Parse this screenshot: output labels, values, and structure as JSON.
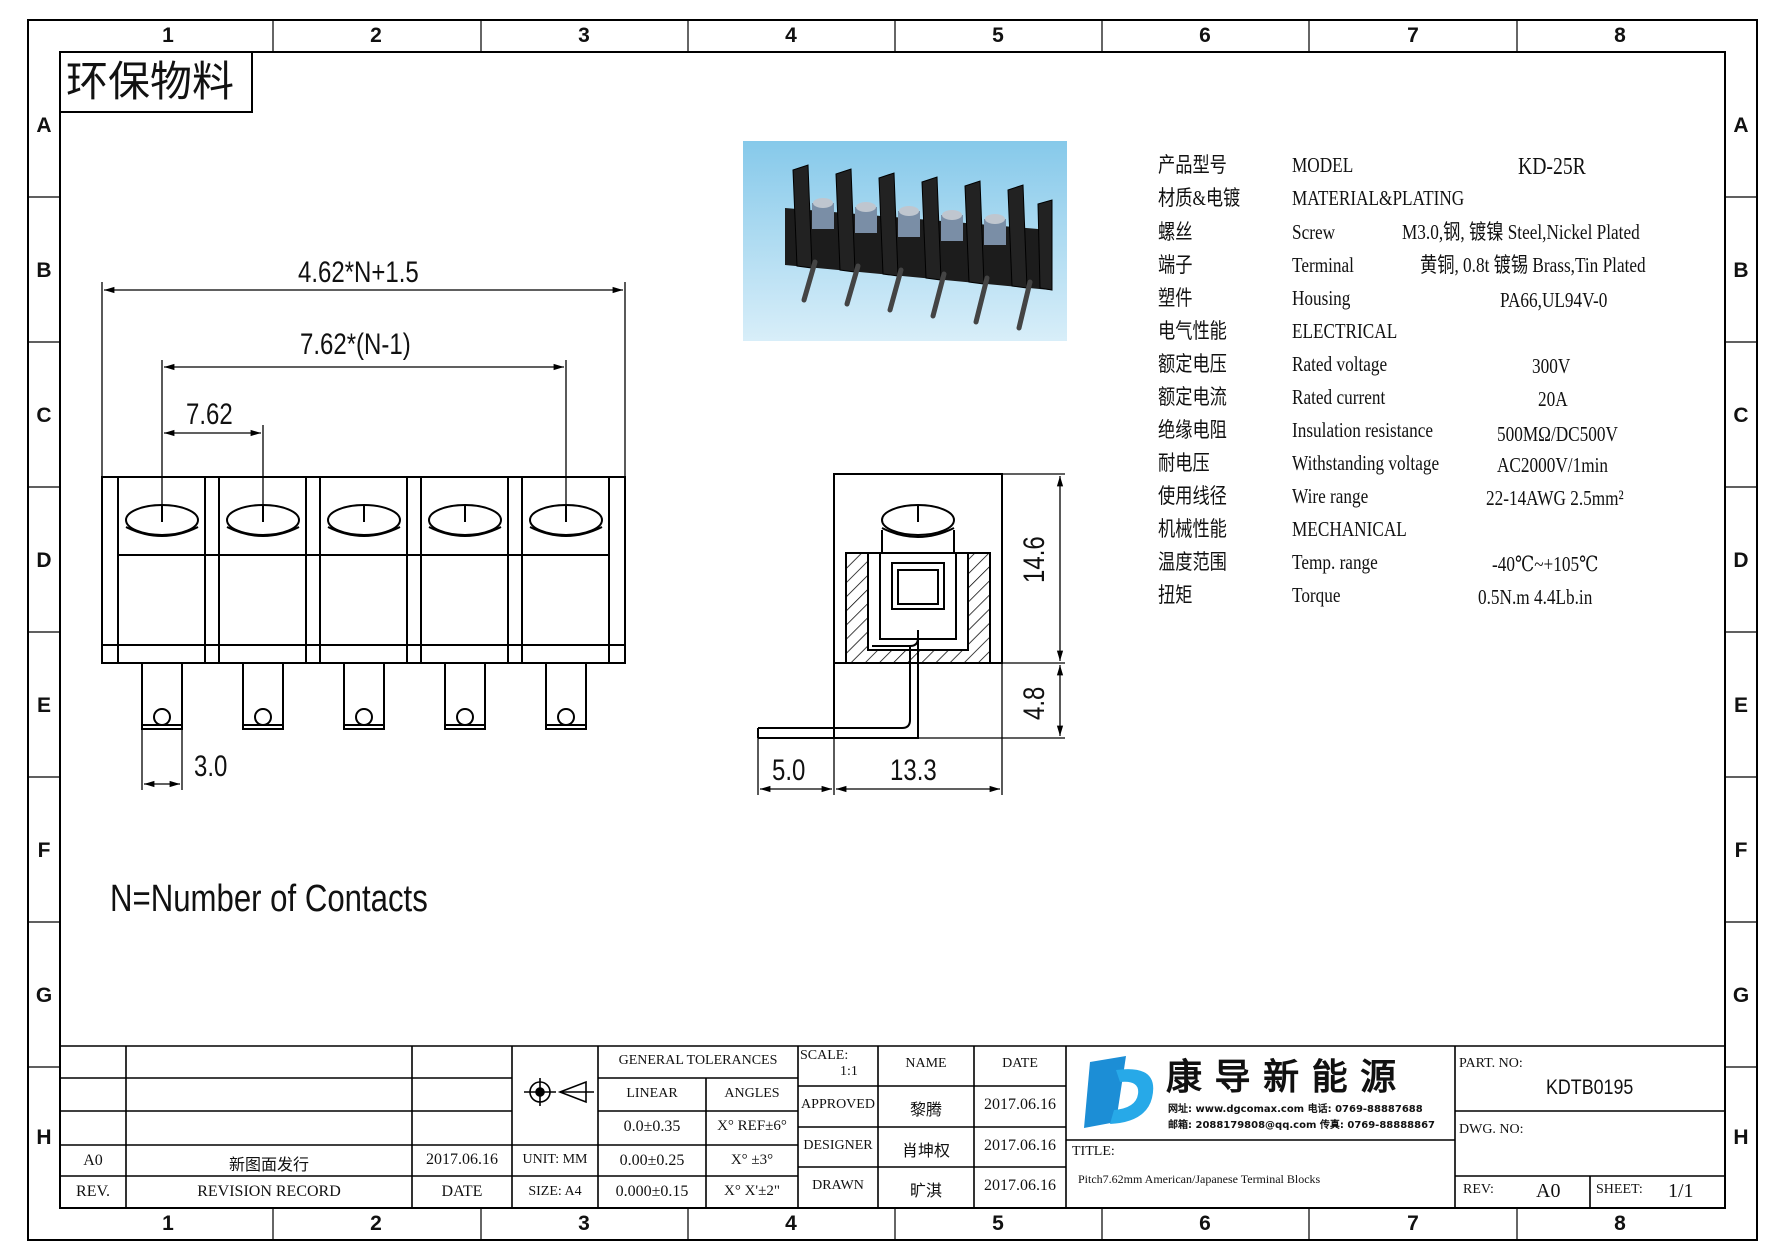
{
  "stamp": "环保物料",
  "grid": {
    "cols": [
      "1",
      "2",
      "3",
      "4",
      "5",
      "6",
      "7",
      "8"
    ],
    "rows": [
      "A",
      "B",
      "C",
      "D",
      "E",
      "F",
      "G",
      "H"
    ]
  },
  "dimensions": {
    "overall": "4.62*N+1.5",
    "span": "7.62*(N-1)",
    "pitch": "7.62",
    "pin_width": "3.0",
    "height": "14.6",
    "pin_len": "4.8",
    "side_pin": "5.0",
    "depth": "13.3"
  },
  "note": "N=Number of Contacts",
  "specs": [
    {
      "cn": "产品型号",
      "en": "MODEL",
      "val": "KD-25R"
    },
    {
      "cn": "材质&电镀",
      "en": "MATERIAL&PLATING",
      "val": ""
    },
    {
      "cn": "螺丝",
      "en": "Screw",
      "val": "M3.0,钢, 镀镍 Steel,Nickel Plated"
    },
    {
      "cn": "端子",
      "en": "Terminal",
      "val": "黄铜, 0.8t 镀锡 Brass,Tin Plated"
    },
    {
      "cn": "塑件",
      "en": "Housing",
      "val": "PA66,UL94V-0"
    },
    {
      "cn": "电气性能",
      "en": "ELECTRICAL",
      "val": ""
    },
    {
      "cn": "额定电压",
      "en": "Rated voltage",
      "val": "300V"
    },
    {
      "cn": "额定电流",
      "en": "Rated current",
      "val": "20A"
    },
    {
      "cn": "绝缘电阻",
      "en": "Insulation resistance",
      "val": "500MΩ/DC500V"
    },
    {
      "cn": "耐电压",
      "en": "Withstanding voltage",
      "val": "AC2000V/1min"
    },
    {
      "cn": "使用线径",
      "en": "Wire range",
      "val": "22-14AWG 2.5mm²"
    },
    {
      "cn": "机械性能",
      "en": "MECHANICAL",
      "val": ""
    },
    {
      "cn": "温度范围",
      "en": "Temp. range",
      "val": "-40℃~+105℃"
    },
    {
      "cn": "扭矩",
      "en": "Torque",
      "val": "0.5N.m 4.4Lb.in"
    }
  ],
  "title_block": {
    "general_tolerances": "GENERAL TOLERANCES",
    "linear": "LINEAR",
    "angles": "ANGLES",
    "tol_linear": [
      "0.0±0.35",
      "0.00±0.25",
      "0.000±0.15"
    ],
    "tol_angles": [
      "X° REF±6°",
      "X° ±3°",
      "X° X'±2\""
    ],
    "unit": "UNIT: MM",
    "size": "SIZE: A4",
    "scale_label": "SCALE:",
    "scale": "1:1",
    "name_hdr": "NAME",
    "date_hdr": "DATE",
    "approved": "APPROVED",
    "designer": "DESIGNER",
    "drawn": "DRAWN",
    "approved_name": "黎腾",
    "designer_name": "肖坤权",
    "drawn_name": "旷淇",
    "approved_date": "2017.06.16",
    "designer_date": "2017.06.16",
    "drawn_date": "2017.06.16",
    "rev_code": "A0",
    "rev_desc": "新图面发行",
    "rev_date": "2017.06.16",
    "rev_hdr": "REV.",
    "record_hdr": "REVISION RECORD",
    "date_col_hdr": "DATE",
    "company": "康 导 新 能 源",
    "company_line1": "网址: www.dgcomax.com  电话: 0769-88887688",
    "company_line2": "邮箱: 2088179808@qq.com 传真: 0769-88888867",
    "title_label": "TITLE:",
    "title": "Pitch7.62mm American/Japanese Terminal Blocks",
    "part_no_label": "PART. NO:",
    "part_no": "KDTB0195",
    "dwg_no_label": "DWG. NO:",
    "rev_label": "REV:",
    "rev_value": "A0",
    "sheet_label": "SHEET:",
    "sheet_value": "1/1"
  }
}
